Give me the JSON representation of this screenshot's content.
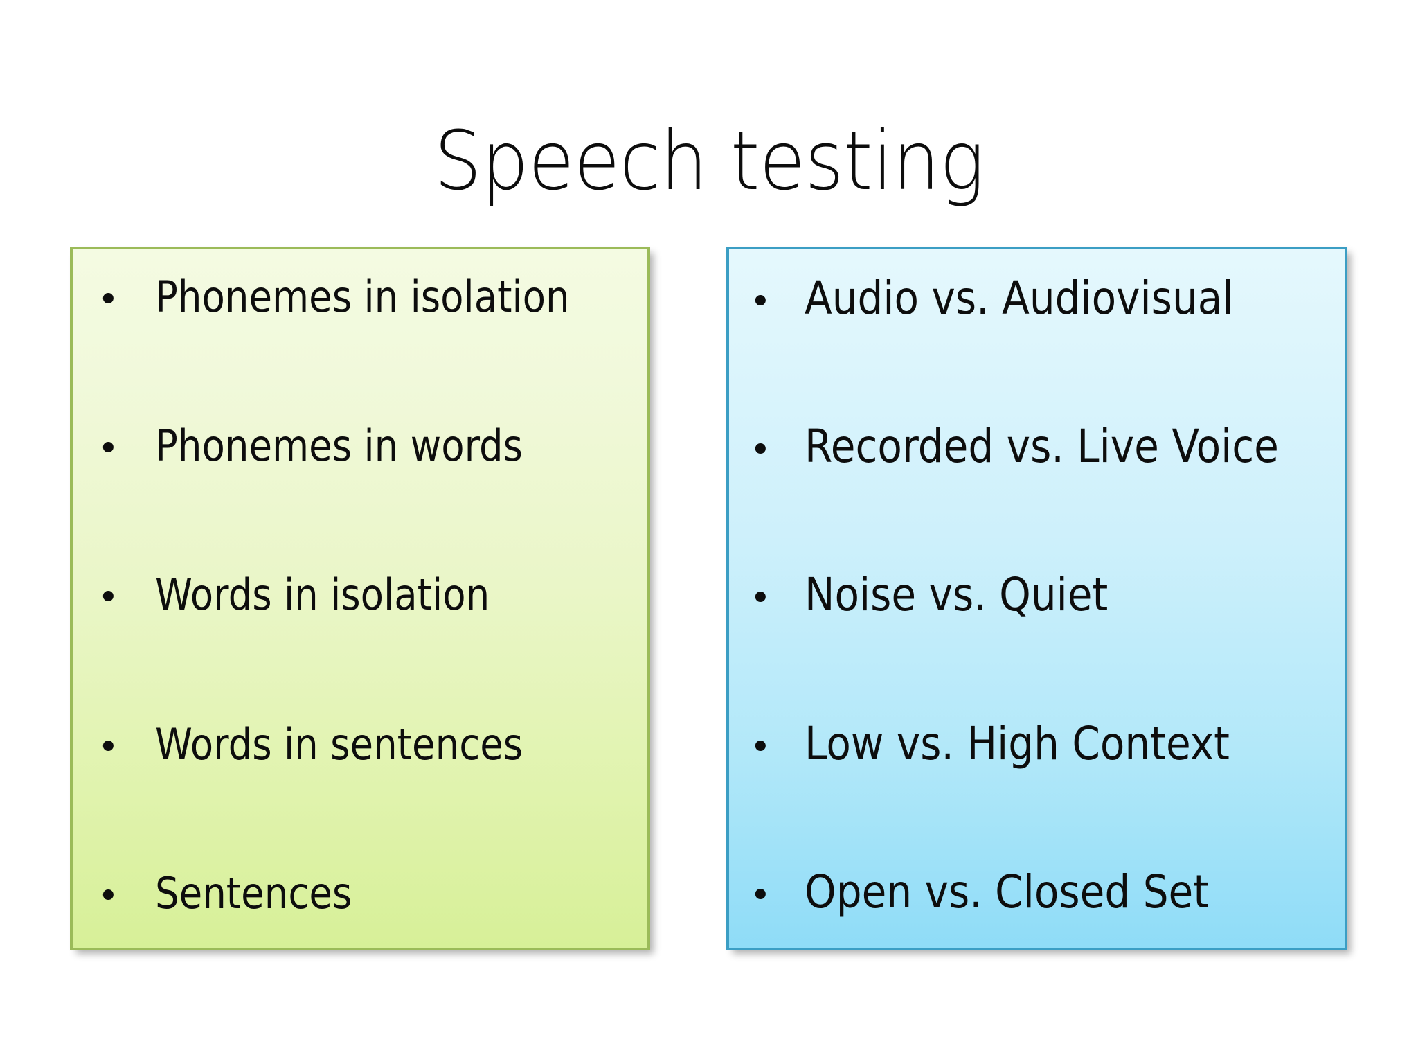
{
  "slide": {
    "title": "Speech testing",
    "background_color": "#ffffff",
    "title_color": "#0d0d0d"
  },
  "left_panel": {
    "name": "speech-material-hierarchy",
    "border_color": "#9bbb59",
    "fill_top_color": "#f4fbe2",
    "fill_bottom_color": "#d7f098",
    "bullet_glyph": "•",
    "items": [
      {
        "label": "Phonemes in isolation"
      },
      {
        "label": "Phonemes in words"
      },
      {
        "label": "Words in isolation"
      },
      {
        "label": "Words in sentences"
      },
      {
        "label": "Sentences"
      }
    ]
  },
  "right_panel": {
    "name": "speech-testing-conditions",
    "border_color": "#3b9ec4",
    "fill_top_color": "#e5f8fd",
    "fill_bottom_color": "#8fdcf7",
    "bullet_glyph": "•",
    "items": [
      {
        "label": "Audio vs. Audiovisual"
      },
      {
        "label": "Recorded vs. Live Voice"
      },
      {
        "label": "Noise vs. Quiet"
      },
      {
        "label": "Low vs. High Context"
      },
      {
        "label": "Open vs. Closed Set"
      }
    ]
  }
}
